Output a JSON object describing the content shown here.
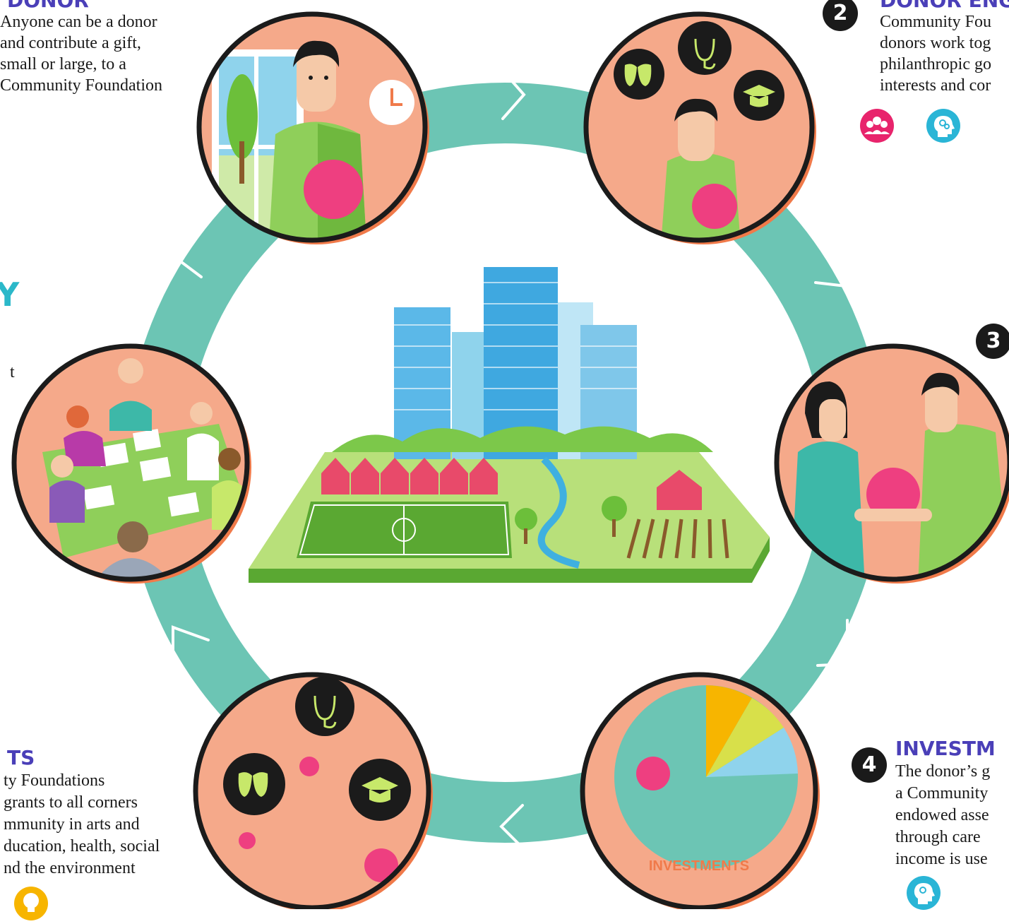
{
  "colors": {
    "ring": "#6cc5b4",
    "circle_fill": "#f5a98a",
    "circle_border": "#1b1b1b",
    "shadow": "#f07a4a",
    "shirt": "#8fcf5a",
    "ball": "#ee3f80",
    "heading": "#4a3fb8",
    "accent_cyan": "#2bb8c9",
    "icon_pink": "#e8246c",
    "icon_cyan": "#2ab5d6",
    "icon_yellow": "#f7b500"
  },
  "steps": {
    "donor": {
      "heading": "DONOR",
      "lines": [
        "Anyone can be a donor",
        "and contribute a gift,",
        "small or large, to a",
        "Community Foundation"
      ]
    },
    "engagement": {
      "number": "2",
      "heading": "DONOR ENG",
      "lines": [
        "Community Fou",
        "donors work tog",
        "philanthropic go",
        "interests and cor"
      ],
      "icons": [
        "people-group-icon",
        "head-gears-icon"
      ]
    },
    "step3": {
      "number": "3"
    },
    "investment": {
      "number": "4",
      "heading": "INVESTM",
      "lines": [
        "The donor’s g",
        "a Community",
        "endowed asse",
        "through care",
        "income is use"
      ],
      "icons": [
        "head-gears-icon"
      ]
    },
    "grants": {
      "heading": "TS",
      "lines": [
        "ty Foundations",
        "grants to all corners",
        "mmunity in arts and",
        "ducation, health, social",
        "nd the environment"
      ],
      "icons": [
        "lightbulb-icon"
      ]
    },
    "partial_left": {
      "letter": "Y",
      "letter2": "t"
    }
  },
  "labels": {
    "investments": "INVESTMENTS"
  }
}
